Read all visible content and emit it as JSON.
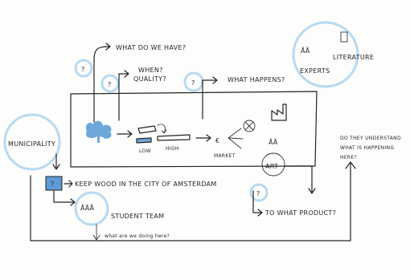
{
  "labels": {
    "what_do_we_have": "WHAT DO WE HAVE?",
    "when": "WHEN?",
    "quality": "QUALITY?",
    "what_happens": "WHAT HAPPENS?",
    "literature": "LITERATURE",
    "experts": "EXPERTS",
    "municipality": "MUNICIPALITY",
    "low": "LOW",
    "high": "HIGH",
    "market": "MARKET",
    "art": "ART",
    "understand_1": "DO THEY UNDERSTAND",
    "understand_2": "WHAT IS HAPPENING",
    "understand_3": "HERE?",
    "keep_wood": "KEEP WOOD IN THE CITY OF AMSTERDAM",
    "student_team": "STUDENT TEAM",
    "what_product": "TO WHAT PRODUCT?",
    "what_doing": "what are we doing here?",
    "question_mark": "?",
    "euro": "€"
  },
  "colors": {
    "accent_blue": "#6ea8db",
    "highlight_blue": "#a9d4ef",
    "ink": "#1f2226"
  }
}
